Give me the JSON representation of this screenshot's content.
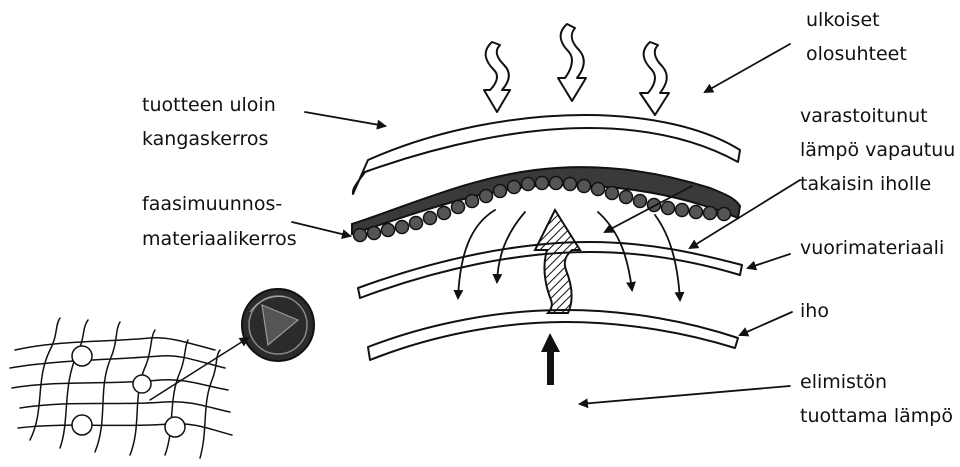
{
  "labels": {
    "outer_conditions": [
      "ulkoiset",
      "olosuhteet"
    ],
    "outer_fabric": [
      "tuotteen uloin",
      "kangaskerros"
    ],
    "stored_heat": [
      "varastoitunut",
      "lämpö vapautuu",
      "takaisin iholle"
    ],
    "pcm_layer": [
      "faasimuunnos-",
      "materiaalikerros"
    ],
    "lining": [
      "vuorimateriaali"
    ],
    "skin": [
      "iho"
    ],
    "body_heat": [
      "elimistön",
      "tuottama lämpö"
    ]
  },
  "colors": {
    "ink": "#111111",
    "pcm_fill": "#3a3a3a",
    "capsule_fill": "#555555",
    "paper": "#ffffff"
  },
  "icons": [
    "wavy-hollow-down-arrow",
    "hatched-up-arrow",
    "solid-up-arrow",
    "microcapsule-magnified",
    "fiber-mesh"
  ]
}
